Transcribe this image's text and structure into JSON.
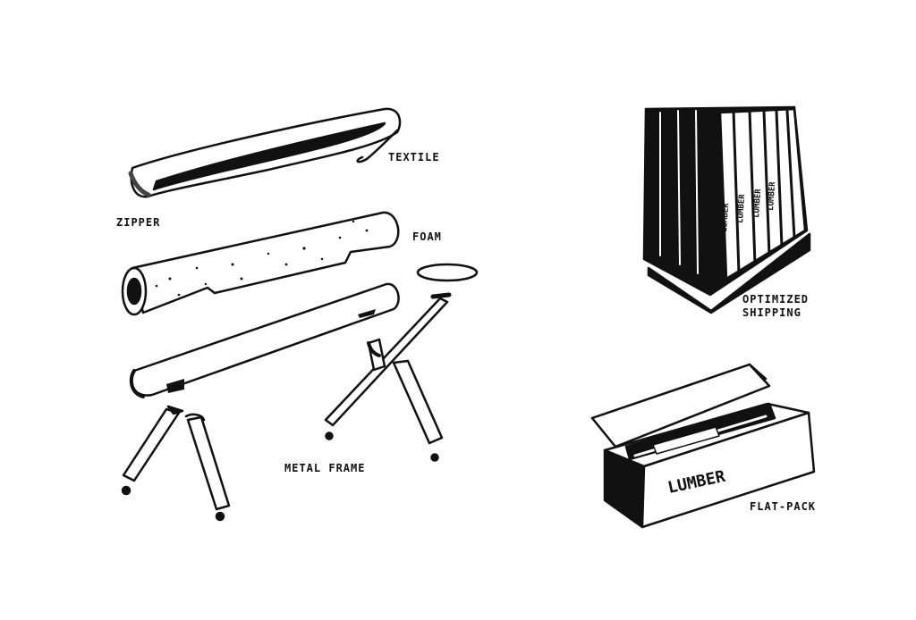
{
  "labels": {
    "textile": "TEXTILE",
    "zipper": "ZIPPER",
    "foam": "FOAM",
    "metal_frame": "METAL FRAME",
    "optimized_shipping_line1": "OPTIMIZED",
    "optimized_shipping_line2": "SHIPPING",
    "flat_pack": "FLAT-PACK"
  },
  "brand": "LUMBER",
  "colors": {
    "ink": "#111111",
    "paper": "#ffffff"
  }
}
